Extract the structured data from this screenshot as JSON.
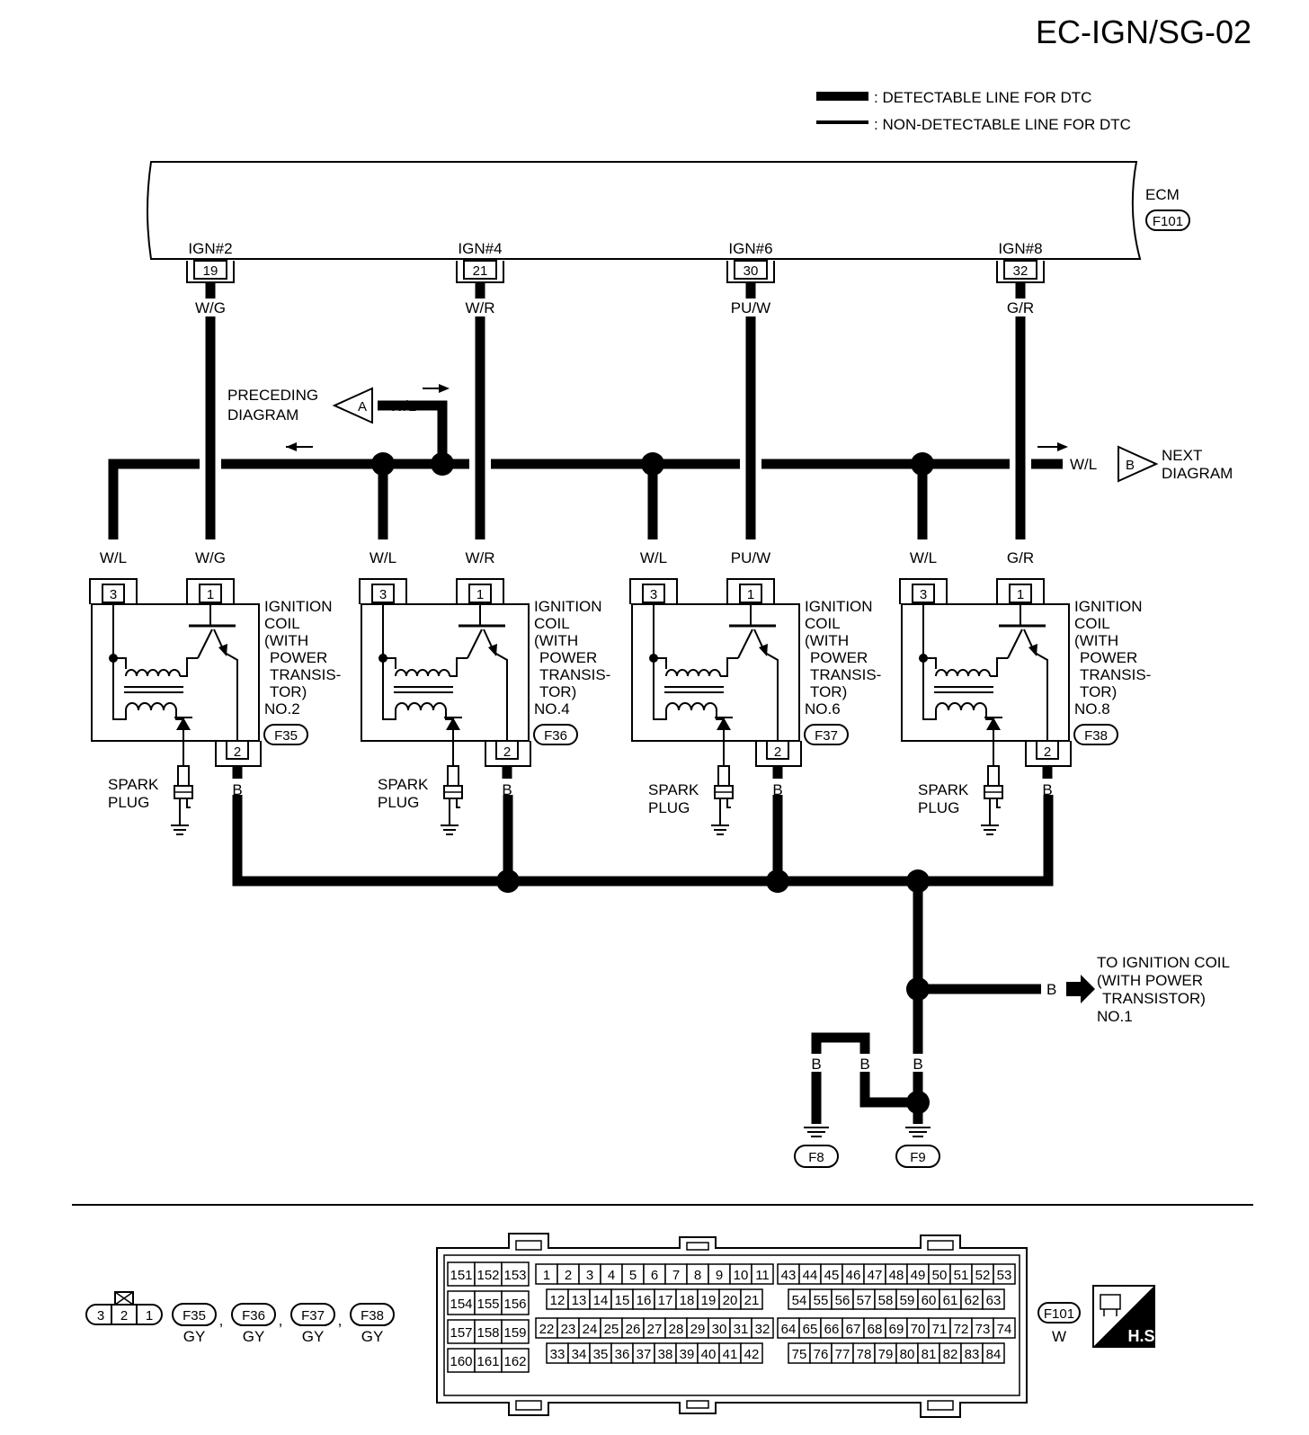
{
  "title": "EC-IGN/SG-02",
  "legend": {
    "detectable": ": DETECTABLE LINE FOR DTC",
    "non_detectable": ": NON-DETECTABLE LINE FOR DTC"
  },
  "ecm": {
    "label": "ECM",
    "connector": "F101"
  },
  "ecm_pins": [
    {
      "label": "IGN#2",
      "pin": "19",
      "wire": "W/G"
    },
    {
      "label": "IGN#4",
      "pin": "21",
      "wire": "W/R"
    },
    {
      "label": "IGN#6",
      "pin": "30",
      "wire": "PU/W"
    },
    {
      "label": "IGN#8",
      "pin": "32",
      "wire": "G/R"
    }
  ],
  "preceding": {
    "line1": "PRECEDING",
    "line2": "DIAGRAM",
    "tag": "A",
    "wire": "W/L"
  },
  "next": {
    "line1": "NEXT",
    "line2": "DIAGRAM",
    "tag": "B",
    "wire": "W/L"
  },
  "coils": [
    {
      "pin3_wire": "W/L",
      "pin1_wire": "W/G",
      "no": "NO.2",
      "connector": "F35",
      "ground_wire": "B"
    },
    {
      "pin3_wire": "W/L",
      "pin1_wire": "W/R",
      "no": "NO.4",
      "connector": "F36",
      "ground_wire": "B"
    },
    {
      "pin3_wire": "W/L",
      "pin1_wire": "PU/W",
      "no": "NO.6",
      "connector": "F37",
      "ground_wire": "B"
    },
    {
      "pin3_wire": "W/L",
      "pin1_wire": "G/R",
      "no": "NO.8",
      "connector": "F38",
      "ground_wire": "B"
    }
  ],
  "coil_text": {
    "l1": "IGNITION",
    "l2": "COIL",
    "l3": "(WITH",
    "l4": "POWER",
    "l5": "TRANSIS-",
    "l6": "TOR)"
  },
  "coil_pins": {
    "p3": "3",
    "p1": "1",
    "p2": "2"
  },
  "spark_plug": {
    "l1": "SPARK",
    "l2": "PLUG"
  },
  "to_coil1": {
    "wire": "B",
    "l1": "TO IGNITION COIL",
    "l2": "(WITH POWER",
    "l3": "TRANSISTOR)",
    "l4": "NO.1"
  },
  "grounds": {
    "w1": "B",
    "w2": "B",
    "w3": "B",
    "g1": "F8",
    "g2": "F9"
  },
  "coil_connector_face": {
    "p3": "3",
    "p2": "2",
    "p1": "1"
  },
  "coil_connector_refs": [
    {
      "id": "F35",
      "color": "GY",
      "sep": ","
    },
    {
      "id": "F36",
      "color": "GY",
      "sep": ","
    },
    {
      "id": "F37",
      "color": "GY",
      "sep": ","
    },
    {
      "id": "F38",
      "color": "GY",
      "sep": ""
    }
  ],
  "ecm_connector": {
    "id": "F101",
    "color": "W",
    "left_block": [
      [
        "151",
        "152",
        "153"
      ],
      [
        "154",
        "155",
        "156"
      ],
      [
        "157",
        "158",
        "159"
      ],
      [
        "160",
        "161",
        "162"
      ]
    ],
    "mid_rows": [
      [
        "1",
        "2",
        "3",
        "4",
        "5",
        "6",
        "7",
        "8",
        "9",
        "10",
        "11"
      ],
      [
        "12",
        "13",
        "14",
        "15",
        "16",
        "17",
        "18",
        "19",
        "20",
        "21"
      ],
      [
        "22",
        "23",
        "24",
        "25",
        "26",
        "27",
        "28",
        "29",
        "30",
        "31",
        "32"
      ],
      [
        "33",
        "34",
        "35",
        "36",
        "37",
        "38",
        "39",
        "40",
        "41",
        "42"
      ]
    ],
    "right_rows": [
      [
        "43",
        "44",
        "45",
        "46",
        "47",
        "48",
        "49",
        "50",
        "51",
        "52",
        "53"
      ],
      [
        "54",
        "55",
        "56",
        "57",
        "58",
        "59",
        "60",
        "61",
        "62",
        "63"
      ],
      [
        "64",
        "65",
        "66",
        "67",
        "68",
        "69",
        "70",
        "71",
        "72",
        "73",
        "74"
      ],
      [
        "75",
        "76",
        "77",
        "78",
        "79",
        "80",
        "81",
        "82",
        "83",
        "84"
      ]
    ]
  },
  "hs_badge": "H.S."
}
